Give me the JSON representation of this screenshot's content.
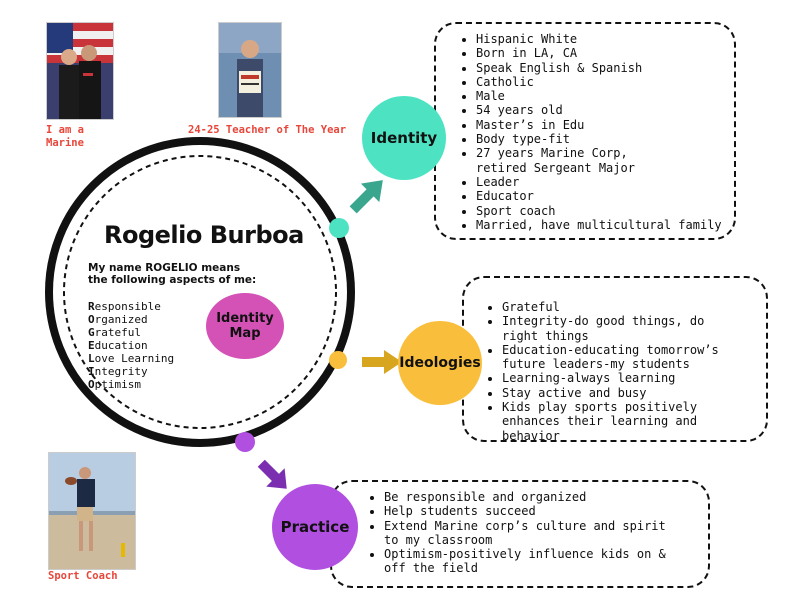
{
  "photos": {
    "marine": {
      "caption": "I am a\nMarine"
    },
    "teacher": {
      "caption": "24-25 Teacher of The Year"
    },
    "coach": {
      "caption": "Sport Coach"
    }
  },
  "center": {
    "name": "Rogelio Burboa",
    "intro": "My name ROGELIO means the following aspects of me:",
    "values": [
      {
        "initial": "R",
        "rest": "esponsible"
      },
      {
        "initial": "O",
        "rest": "rganized"
      },
      {
        "initial": "G",
        "rest": "rateful"
      },
      {
        "initial": "E",
        "rest": "ducation"
      },
      {
        "initial": "L",
        "rest": "ove Learning"
      },
      {
        "initial": "I",
        "rest": "ntegrity"
      },
      {
        "initial": "O",
        "rest": "ptimism"
      }
    ],
    "badge": "Identity\nMap"
  },
  "identity": {
    "label": "Identity",
    "color": "#4de3c2",
    "items": [
      "Hispanic White",
      "Born in LA, CA",
      "Speak English & Spanish",
      "Catholic",
      "Male",
      "54 years old",
      "Master’s in Edu",
      "Body type-fit",
      "27 years Marine Corp, retired Sergeant Major",
      "Leader",
      "Educator",
      "Sport coach",
      "Married, have multicultural family"
    ]
  },
  "ideologies": {
    "label": "Ideologies",
    "color": "#f9be3c",
    "items": [
      "Grateful",
      "Integrity-do good things, do right things",
      "Education-educating tomorrow’s future leaders-my students",
      "Learning-always learning",
      "Stay active and busy",
      "Kids play sports positively enhances their learning and behavior"
    ]
  },
  "practice": {
    "label": "Practice",
    "color": "#b04fe0",
    "items": [
      "Be responsible and organized",
      "Help students succeed",
      "Extend Marine corp’s culture and spirit to my classroom",
      "Optimism-positively influence kids on & off the field"
    ]
  }
}
